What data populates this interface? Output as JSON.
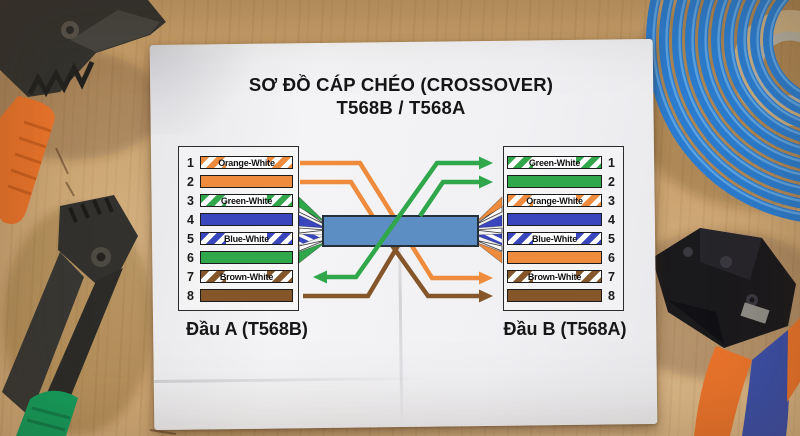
{
  "title": {
    "line1": "SƠ ĐỒ CÁP CHÉO (CROSSOVER)",
    "line2": "T568B / T568A"
  },
  "colors": {
    "orange": "#EE8B3C",
    "green": "#2FA74A",
    "blue": "#3A46BE",
    "brown": "#845629",
    "cable": "#5C8EC4",
    "paper": "#F1F1F3",
    "coil_blue": "#2B7CCE",
    "handle_orange": "#E8732B",
    "handle_green": "#149C5C",
    "handle_blue": "#3B4EA5"
  },
  "end_a": {
    "label": "Đầu A (T568B)",
    "pins": [
      {
        "num": "1",
        "label": "Orange-White",
        "style": "striped",
        "color_key": "orange"
      },
      {
        "num": "2",
        "label": "",
        "style": "solid",
        "color_key": "orange"
      },
      {
        "num": "3",
        "label": "Green-White",
        "style": "striped",
        "color_key": "green"
      },
      {
        "num": "4",
        "label": "",
        "style": "solid",
        "color_key": "blue"
      },
      {
        "num": "5",
        "label": "Blue-White",
        "style": "striped",
        "color_key": "blue"
      },
      {
        "num": "6",
        "label": "",
        "style": "solid",
        "color_key": "green"
      },
      {
        "num": "7",
        "label": "Brown-White",
        "style": "striped",
        "color_key": "brown"
      },
      {
        "num": "8",
        "label": "",
        "style": "solid",
        "color_key": "brown"
      }
    ]
  },
  "end_b": {
    "label": "Đầu B (T568A)",
    "pins": [
      {
        "num": "1",
        "label": "Green-White",
        "style": "striped",
        "color_key": "green"
      },
      {
        "num": "2",
        "label": "",
        "style": "solid",
        "color_key": "green"
      },
      {
        "num": "3",
        "label": "Orange-White",
        "style": "striped",
        "color_key": "orange"
      },
      {
        "num": "4",
        "label": "",
        "style": "solid",
        "color_key": "blue"
      },
      {
        "num": "5",
        "label": "Blue-White",
        "style": "striped",
        "color_key": "blue"
      },
      {
        "num": "6",
        "label": "",
        "style": "solid",
        "color_key": "orange"
      },
      {
        "num": "7",
        "label": "Brown-White",
        "style": "striped",
        "color_key": "brown"
      },
      {
        "num": "8",
        "label": "",
        "style": "solid",
        "color_key": "brown"
      }
    ]
  },
  "connections": [
    {
      "from": "A1",
      "to": "B3",
      "pair": "orange"
    },
    {
      "from": "A2",
      "to": "B6",
      "pair": "orange"
    },
    {
      "from": "A3",
      "to": "B1",
      "pair": "green"
    },
    {
      "from": "A6",
      "to": "B2",
      "pair": "green"
    },
    {
      "from": "A4",
      "to": "B4",
      "pair": "blue"
    },
    {
      "from": "A5",
      "to": "B5",
      "pair": "blue"
    },
    {
      "from": "A7",
      "to": "B7",
      "pair": "brown"
    },
    {
      "from": "A8",
      "to": "B8",
      "pair": "brown"
    }
  ],
  "scene": {
    "objects": [
      "wire-stripper-top",
      "wire-stripper-bottom",
      "cable-coil",
      "crimping-tool",
      "paper-sheet",
      "wooden-desk"
    ]
  }
}
